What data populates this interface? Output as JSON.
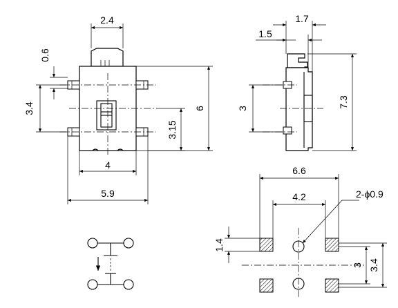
{
  "dimensions": {
    "top_width": "2.4",
    "top_pitch": "0.6",
    "terminal_pitch": "3.4",
    "body_height": "6",
    "knob_offset": "3.15",
    "inner_width": "4",
    "total_width": "5.9",
    "side_top_width": "1.7",
    "side_step": "1.5",
    "side_pitch": "3",
    "side_height": "7.3",
    "pcb_width": "6.6",
    "pcb_inner": "4.2",
    "hole_callout": "2-ϕ0.9",
    "pad_size": "1.4",
    "pcb_pitch_inner": "3",
    "pcb_pitch_outer": "3.4"
  }
}
